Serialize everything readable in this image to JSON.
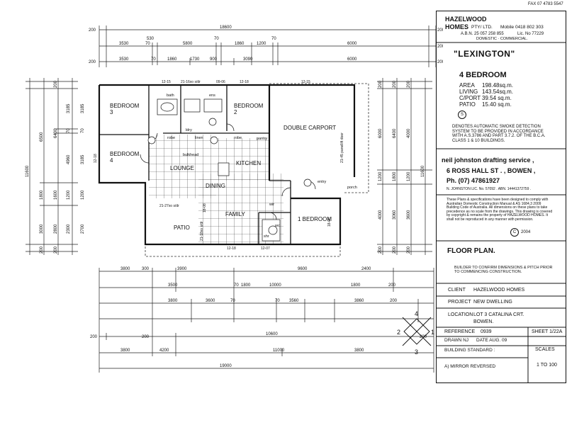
{
  "title_block": {
    "company_line1": "HAZELWOOD",
    "company_line2": "HOMES",
    "company_suffix": "PTY/ LTD.",
    "mobile": "Mobile 0418 802 303",
    "abn": "A.B.N. 25 057 258 855",
    "lic": "Lic. No 77229",
    "services": "DOMESTIC · COMMERCIAL.",
    "top_fax": "FAX  07 4783 5547",
    "design_name": "\"LEXINGTON\"",
    "bedrooms": "4 BEDROOM",
    "areas": [
      {
        "label": "AREA",
        "value": "198.48sq.m."
      },
      {
        "label": "LIVING",
        "value": "143.54sq.m."
      },
      {
        "label": "C/PORT",
        "value": "39.54 sq.m."
      },
      {
        "label": "PATIO",
        "value": "15.40 sq.m."
      }
    ],
    "smoke_symbol": "S",
    "smoke_note": "DENOTES AUTOMATIC SMOKE DETECTION SYSTEM TO BE PROVIDED IN ACCORDANCE WITH A.S.3786 AND PART 3.7.2. OF THE B.C.A. CLASS 1 & 10 BUILDINGS.",
    "drafting_name": "neil johnston drafting service ,",
    "drafting_address": "6 ROSS HALL ST . ,   BOWEN ,",
    "drafting_phone": "Ph. (07) 47861927",
    "drafting_lic": "N. JOHNSTON LIC. No. 57092 .  ABN. 14441372759 .",
    "spec_note": "These Plans & specifications have been designed to comply with Australian Domestic Construction Manual & AS 1684.3 2009 Building Code of Australia. All dimensions on these plans to take precedence as no scale from the drawings. This drawing is covered by copyright & remains the property of HAZELWOOD HOMES. It shall not be reproduced in any manner with permission.",
    "copyright_symbol": "C",
    "copyright_year": "2004",
    "drawing_title": "FLOOR PLAN.",
    "builder_note": "BUILDER TO CONFIRM DIMENSIONS & PITCH PRIOR TO COMMENCING CONSTRUCTION.",
    "client_label": "CLIENT",
    "client_value": "HAZELWOOD HOMES",
    "project_label": "PROJECT",
    "project_value": "NEW DWELLING",
    "location_label": "LOCATION",
    "location_value": "LOT 3 CATALINA CRT.",
    "location_value2": "BOWEN.",
    "reference_label": "REFERENCE",
    "reference_value": "0939",
    "sheet": "SHEET 1/22A",
    "drawn_label": "DRAWN NJ",
    "date_label": "DATE AUG. 09",
    "standard_label": "BUILDING STANDARD :",
    "scales_label": "SCALES",
    "scale_value": "1 TO 100",
    "reversed": "A) MIRROR REVERSED"
  },
  "compass": {
    "n1": "1",
    "n2": "2",
    "n3": "3",
    "n4": "4"
  },
  "rooms": [
    {
      "name": "BEDROOM\n3"
    },
    {
      "name": "BEDROOM\n4"
    },
    {
      "name": "BEDROOM\n2"
    },
    {
      "name": "DOUBLE CARPORT"
    },
    {
      "name": "LOUNGE"
    },
    {
      "name": "DINING"
    },
    {
      "name": "KITCHEN"
    },
    {
      "name": "FAMILY"
    },
    {
      "name": "PATIO"
    },
    {
      "name": "1\nBEDROOM"
    }
  ],
  "fixtures": [
    "bath",
    "ens",
    "ldry",
    "linen",
    "pantry",
    "robe",
    "robe",
    "entry",
    "porch",
    "bulkhead",
    "wir",
    "shr",
    "wc"
  ],
  "top_dims": {
    "row1": [
      "200",
      "18600",
      "200"
    ],
    "row2": [
      "3530",
      "530",
      "70",
      "5800",
      "70",
      "1860",
      "1200",
      "70",
      "6000",
      "200"
    ],
    "row3": [
      "200",
      "3530",
      "70",
      "1860",
      "1730",
      "900",
      "3090",
      "6000",
      "200"
    ]
  },
  "left_dims": {
    "outer": "11600",
    "col1": [
      "6500",
      "1800",
      "3000",
      "200"
    ],
    "col2": [
      "200",
      "6400",
      "1600",
      "2800",
      "200"
    ],
    "col3": [
      "3185",
      "70",
      "4960",
      "1200",
      "2300"
    ],
    "col4": [
      "3185",
      "70",
      "3185",
      "1200",
      "2700"
    ]
  },
  "right_dims": {
    "outer": "11600",
    "col1": [
      "200",
      "6000",
      "1200",
      "4000",
      "200"
    ],
    "col2": [
      "200",
      "6400",
      "1800",
      "3060",
      "200"
    ],
    "col3": [
      "200",
      "4000",
      "1200",
      "3600",
      "200"
    ]
  },
  "bottom_dims": {
    "row1": [
      "3800",
      "300",
      "3900",
      "9600",
      "2400"
    ],
    "row2": [
      "3500",
      "70",
      "1800",
      "10000",
      "1800",
      "200"
    ],
    "row3": [
      "3800",
      "70",
      "3600",
      "70",
      "3560",
      "3860",
      "200"
    ],
    "row4": [
      "200",
      "200",
      "10600",
      "200"
    ],
    "row5": [
      "3800",
      "4200",
      "11000",
      "3800"
    ],
    "row6": [
      "19000"
    ]
  },
  "window_codes": [
    "12-15",
    "21-16xo s/dr",
    "09-06",
    "12-18",
    "12-15",
    "21-45 panellift door",
    "21-27xo s/dr",
    "12-18",
    "12-07",
    "18-08",
    "21-18xo s/dr",
    "12-18",
    "18-08"
  ]
}
